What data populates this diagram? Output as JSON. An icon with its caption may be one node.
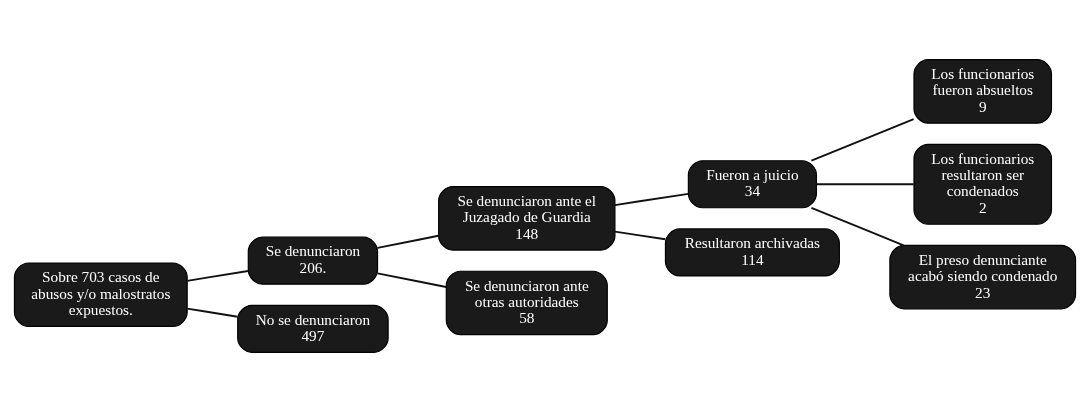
{
  "diagram": {
    "nodes": [
      {
        "text": [
          "Sobre 703 casos de abusos y/o malostratos expuestos."
        ]
      },
      {
        "text": [
          "Se denunciaron",
          "206."
        ]
      },
      {
        "text": [
          "No se denunciaron",
          "497"
        ]
      },
      {
        "text": [
          "Se denunciaron ante el Juzagado de Guardia",
          "148"
        ]
      },
      {
        "text": [
          "Se denunciaron ante otras autoridades",
          "58"
        ]
      },
      {
        "text": [
          "Fueron a juicio",
          "34"
        ]
      },
      {
        "text": [
          "Resultaron archivadas",
          "114"
        ]
      },
      {
        "text": [
          "Los funcionarios fueron absueltos",
          "9"
        ]
      },
      {
        "text": [
          "Los funcionarios resultaron ser condenados",
          "2"
        ]
      },
      {
        "text": [
          "El preso denunciante acabó siendo condenado",
          "23"
        ]
      }
    ],
    "edges": [
      {
        "from": 0,
        "to": 1,
        "arrow": "none"
      },
      {
        "from": 0,
        "to": 2,
        "arrow": "none"
      },
      {
        "from": 1,
        "to": 3,
        "arrow": "none"
      },
      {
        "from": 1,
        "to": 4,
        "arrow": "none"
      },
      {
        "from": 3,
        "to": 5,
        "arrow": "none"
      },
      {
        "from": 3,
        "to": 6,
        "arrow": "none"
      },
      {
        "from": 5,
        "to": 7,
        "arrow": "none"
      },
      {
        "from": 5,
        "to": 8,
        "arrow": "none"
      },
      {
        "from": 5,
        "to": 9,
        "arrow": "none"
      }
    ]
  }
}
